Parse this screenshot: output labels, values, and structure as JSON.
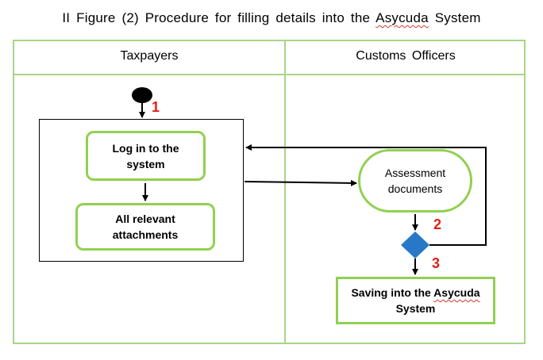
{
  "title": {
    "prefix": "II Figure (2) Procedure for filling details into the",
    "squiggle_word": "Asycuda",
    "suffix": "System"
  },
  "lanes": [
    {
      "label": "Taxpayers"
    },
    {
      "label": "Customs  Officers"
    }
  ],
  "nodes": {
    "login": {
      "line1": "Log in to the",
      "line2": "system"
    },
    "attachments": {
      "line1": "All relevant",
      "line2": "attachments"
    },
    "assessment": {
      "line1": "Assessment",
      "line2": "documents"
    },
    "saving": {
      "line1_prefix": "Saving into the",
      "line1_squiggle": "Asycuda",
      "line2": "System"
    }
  },
  "step_numbers": [
    "1",
    "2",
    "3"
  ],
  "colors": {
    "lane_border": "#a8d48a",
    "action_border": "#92d050",
    "decision_fill": "#2878c8",
    "step_number": "#e0201b"
  }
}
